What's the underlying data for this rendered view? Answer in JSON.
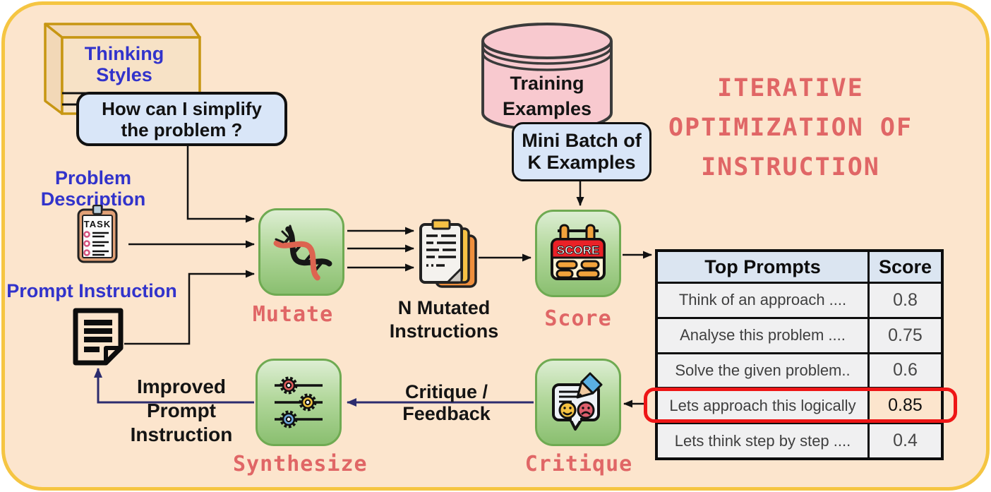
{
  "title": {
    "line1": "ITERATIVE",
    "line2": "OPTIMIZATION OF",
    "line3": "INSTRUCTION"
  },
  "nodes": {
    "thinking_styles": {
      "line1": "Thinking",
      "line2": "Styles"
    },
    "speech_bubble": {
      "line1": "How can I simplify",
      "line2": "the problem ?"
    },
    "problem_description": {
      "line1": "Problem",
      "line2": "Description"
    },
    "prompt_instruction": {
      "label": "Prompt Instruction"
    },
    "mutate": {
      "label": "Mutate"
    },
    "n_mutated": {
      "line1": "N Mutated",
      "line2": "Instructions"
    },
    "training_examples": {
      "line1": "Training",
      "line2": "Examples"
    },
    "mini_batch": {
      "line1": "Mini Batch of",
      "line2": "K Examples"
    },
    "score": {
      "label": "Score"
    },
    "critique": {
      "label": "Critique"
    },
    "synthesize": {
      "label": "Synthesize"
    },
    "improved_prompt": {
      "line1": "Improved",
      "line2": "Prompt",
      "line3": "Instruction"
    },
    "critique_feedback": {
      "line1": "Critique /",
      "line2": "Feedback"
    }
  },
  "icons": {
    "task_label": "TASK",
    "score_label": "SCORE"
  },
  "table": {
    "headers": [
      "Top Prompts",
      "Score"
    ],
    "rows": [
      {
        "prompt": "Think of an approach ....",
        "score": "0.8",
        "highlighted": false
      },
      {
        "prompt": "Analyse this problem ....",
        "score": "0.75",
        "highlighted": false
      },
      {
        "prompt": "Solve the given problem..",
        "score": "0.6",
        "highlighted": false
      },
      {
        "prompt": "Lets approach this logically",
        "score": "0.85",
        "highlighted": true
      },
      {
        "prompt": "Lets think step by step ....",
        "score": "0.4",
        "highlighted": false
      }
    ]
  },
  "colors": {
    "background": "#fce5cd",
    "frame_border": "#f5c542",
    "accent_coral": "#e06666",
    "blue_text": "#3233cb",
    "green_border": "#6faa52",
    "highlight_red": "#ee1616",
    "navy_arrow": "#2c2c6e",
    "cylinder_pink": "#f8c9cf",
    "bubble_blue": "#d9e6f8"
  }
}
